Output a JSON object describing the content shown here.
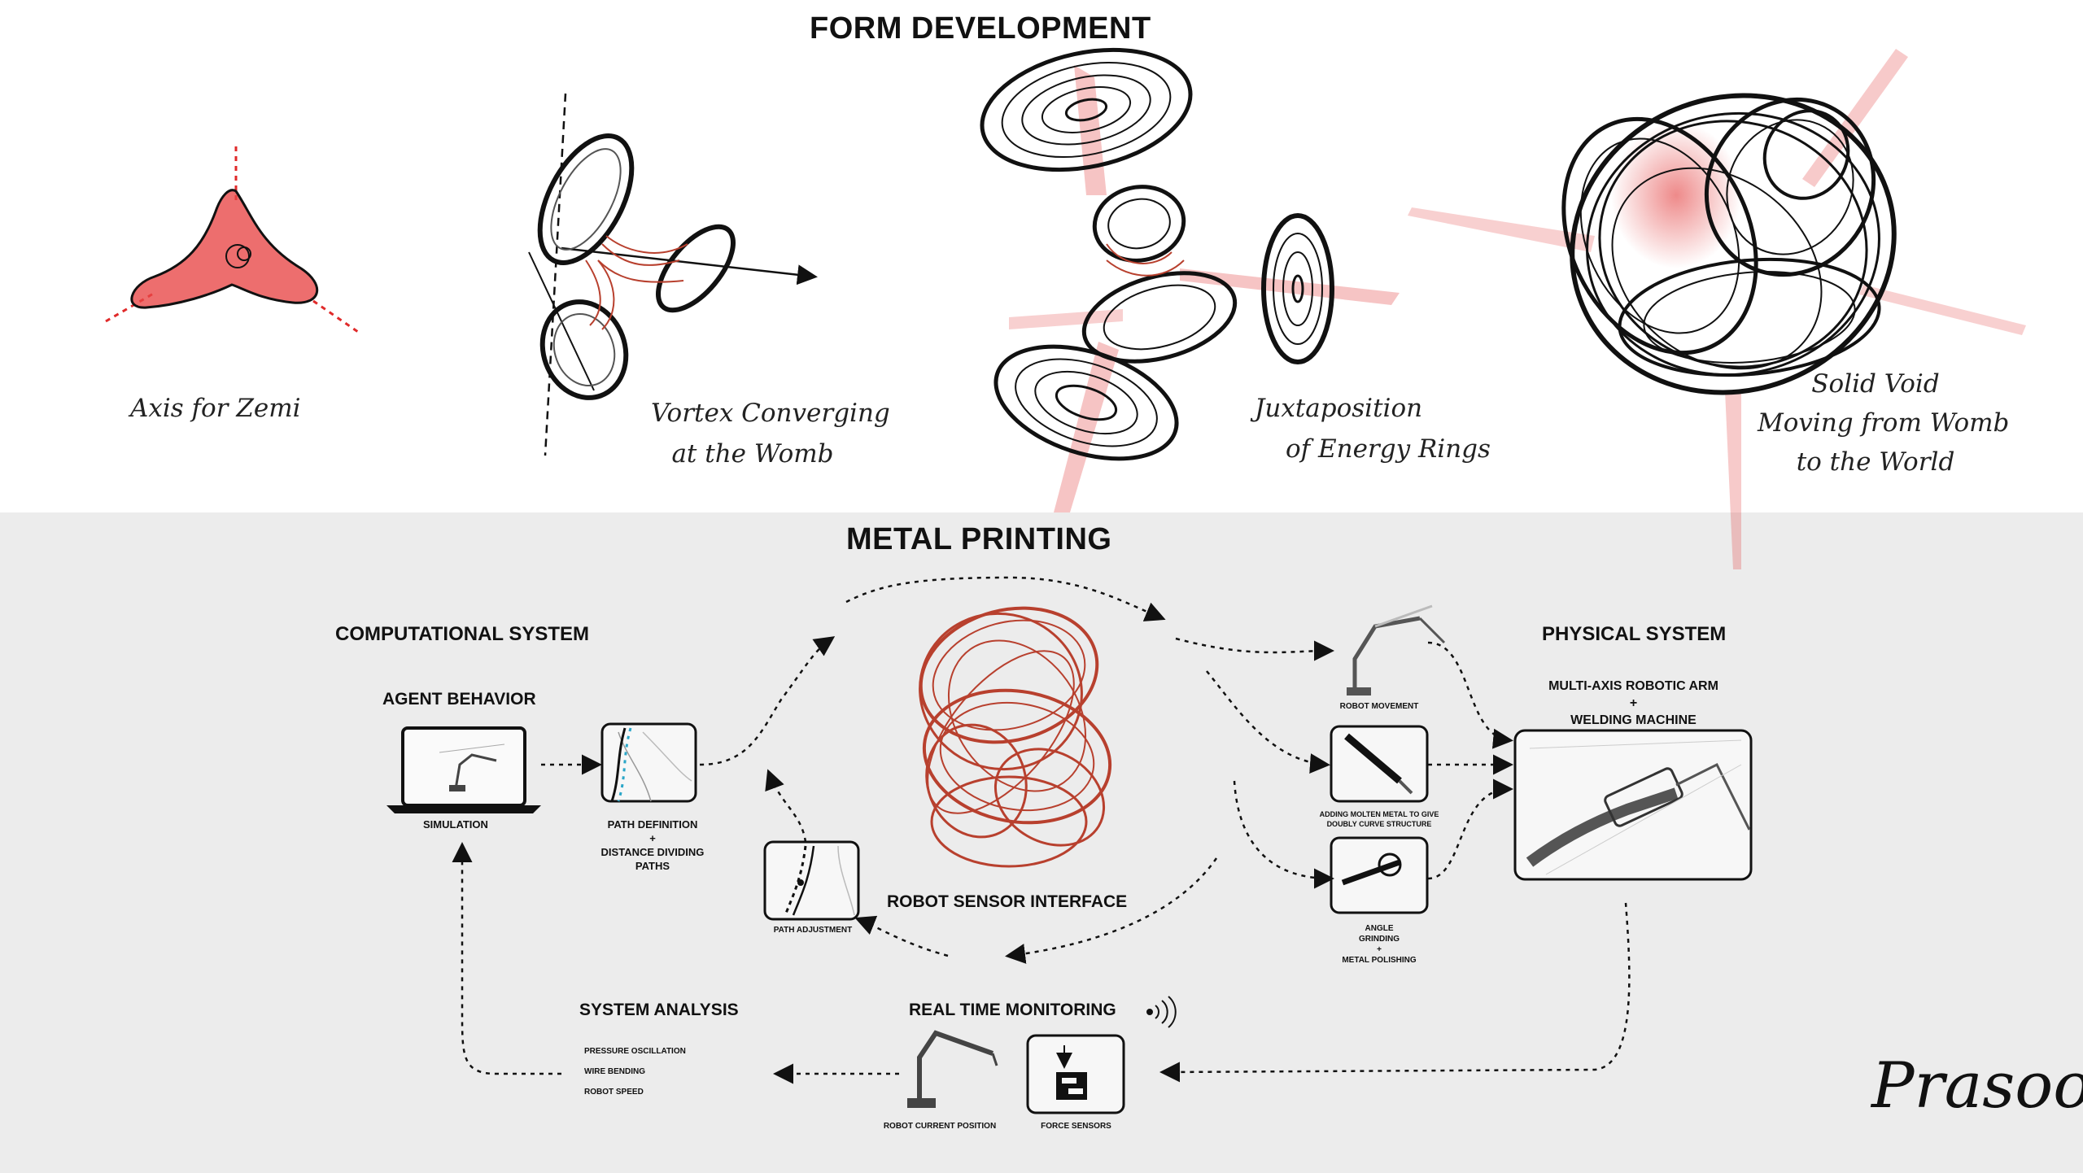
{
  "titles": {
    "form_development": "FORM DEVELOPMENT",
    "metal_printing": "METAL PRINTING"
  },
  "form_stages": {
    "axis": "Axis for Zemi",
    "vortex_line1": "Vortex Converging",
    "vortex_line2": "at the Womb",
    "juxta_line1": "Juxtaposition",
    "juxta_line2": "of Energy Rings",
    "solid_line1": "Solid Void",
    "solid_line2": "Moving from Womb",
    "solid_line3": "to the World"
  },
  "computational": {
    "header": "COMPUTATIONAL SYSTEM",
    "agent_behavior": "AGENT BEHAVIOR",
    "simulation": "SIMULATION",
    "path_def_line1": "PATH DEFINITION",
    "path_def_line2": "+",
    "path_def_line3": "DISTANCE DIVIDING",
    "path_def_line4": "PATHS",
    "path_adjustment": "PATH ADJUSTMENT"
  },
  "interface": {
    "robot_sensor_interface": "ROBOT SENSOR INTERFACE"
  },
  "physical": {
    "header": "PHYSICAL SYSTEM",
    "arm_line1": "MULTI-AXIS ROBOTIC ARM",
    "arm_line2": "+",
    "arm_line3": "WELDING MACHINE",
    "robot_movement": "ROBOT MOVEMENT",
    "molten_line1": "ADDING MOLTEN METAL TO GIVE",
    "molten_line2": "DOUBLY CURVE STRUCTURE",
    "grind_line1": "ANGLE",
    "grind_line2": "GRINDING",
    "grind_line3": "+",
    "grind_line4": "METAL POLISHING"
  },
  "monitoring": {
    "real_time_monitoring": "REAL TIME MONITORING",
    "robot_current_position": "ROBOT CURRENT POSITION",
    "force_sensors": "FORCE SENSORS"
  },
  "analysis": {
    "header": "SYSTEM ANALYSIS",
    "items": [
      "PRESSURE OSCILLATION",
      "WIRE BENDING",
      "ROBOT SPEED"
    ]
  },
  "signature": "Prasoon",
  "colors": {
    "accent_red": "#e02a2a",
    "ink": "#111111",
    "panel_gray": "#ececec",
    "copper": "#b8402e"
  }
}
